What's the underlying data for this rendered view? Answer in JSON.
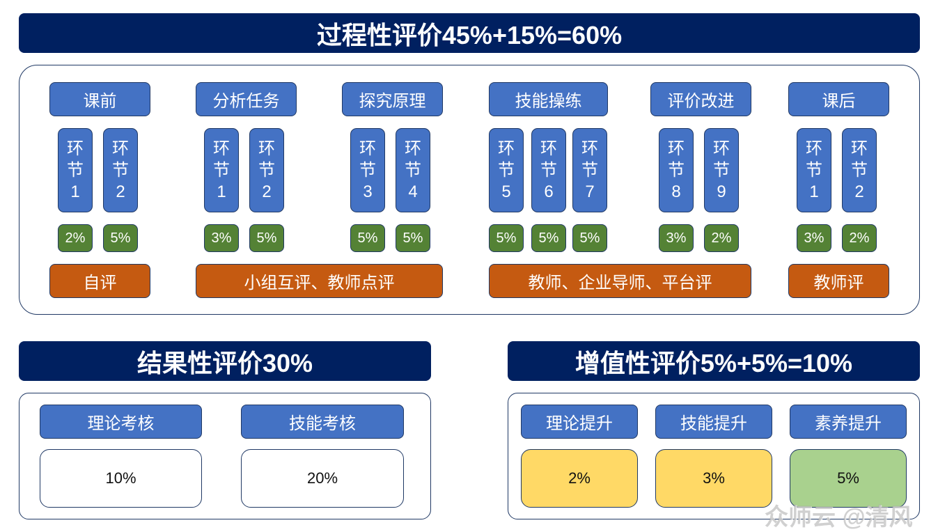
{
  "process": {
    "title": "过程性评价45%+15%=60%",
    "phases": [
      {
        "label": "课前",
        "steps": [
          {
            "line1": "环",
            "line2": "节",
            "num": "1",
            "pct": "2%"
          },
          {
            "line1": "环",
            "line2": "节",
            "num": "2",
            "pct": "5%"
          }
        ]
      },
      {
        "label": "分析任务",
        "steps": [
          {
            "line1": "环",
            "line2": "节",
            "num": "1",
            "pct": "3%"
          },
          {
            "line1": "环",
            "line2": "节",
            "num": "2",
            "pct": "5%"
          }
        ]
      },
      {
        "label": "探究原理",
        "steps": [
          {
            "line1": "环",
            "line2": "节",
            "num": "3",
            "pct": "5%"
          },
          {
            "line1": "环",
            "line2": "节",
            "num": "4",
            "pct": "5%"
          }
        ]
      },
      {
        "label": "技能操练",
        "steps": [
          {
            "line1": "环",
            "line2": "节",
            "num": "5",
            "pct": "5%"
          },
          {
            "line1": "环",
            "line2": "节",
            "num": "6",
            "pct": "5%"
          },
          {
            "line1": "环",
            "line2": "节",
            "num": "7",
            "pct": "5%"
          }
        ]
      },
      {
        "label": "评价改进",
        "steps": [
          {
            "line1": "环",
            "line2": "节",
            "num": "8",
            "pct": "3%"
          },
          {
            "line1": "环",
            "line2": "节",
            "num": "9",
            "pct": "2%"
          }
        ]
      },
      {
        "label": "课后",
        "steps": [
          {
            "line1": "环",
            "line2": "节",
            "num": "1",
            "pct": "3%"
          },
          {
            "line1": "环",
            "line2": "节",
            "num": "2",
            "pct": "2%"
          }
        ]
      }
    ],
    "evaluators": [
      "自评",
      "小组互评、教师点评",
      "教师、企业导师、平台评",
      "教师评"
    ]
  },
  "result": {
    "title": "结果性评价30%",
    "items": [
      {
        "label": "理论考核",
        "value": "10%"
      },
      {
        "label": "技能考核",
        "value": "20%"
      }
    ]
  },
  "value_added": {
    "title": "增值性评价5%+5%=10%",
    "items": [
      {
        "label": "理论提升",
        "value": "2%"
      },
      {
        "label": "技能提升",
        "value": "3%"
      },
      {
        "label": "素养提升",
        "value": "5%"
      }
    ]
  },
  "watermark": "众师云 @清风",
  "colors": {
    "banner": "#002060",
    "phase_blue": "#4472c4",
    "pct_green": "#548235",
    "evaluator_orange": "#c55a11",
    "value_yellow": "#ffd966",
    "value_green": "#a9d18e",
    "border": "#1f3864"
  }
}
